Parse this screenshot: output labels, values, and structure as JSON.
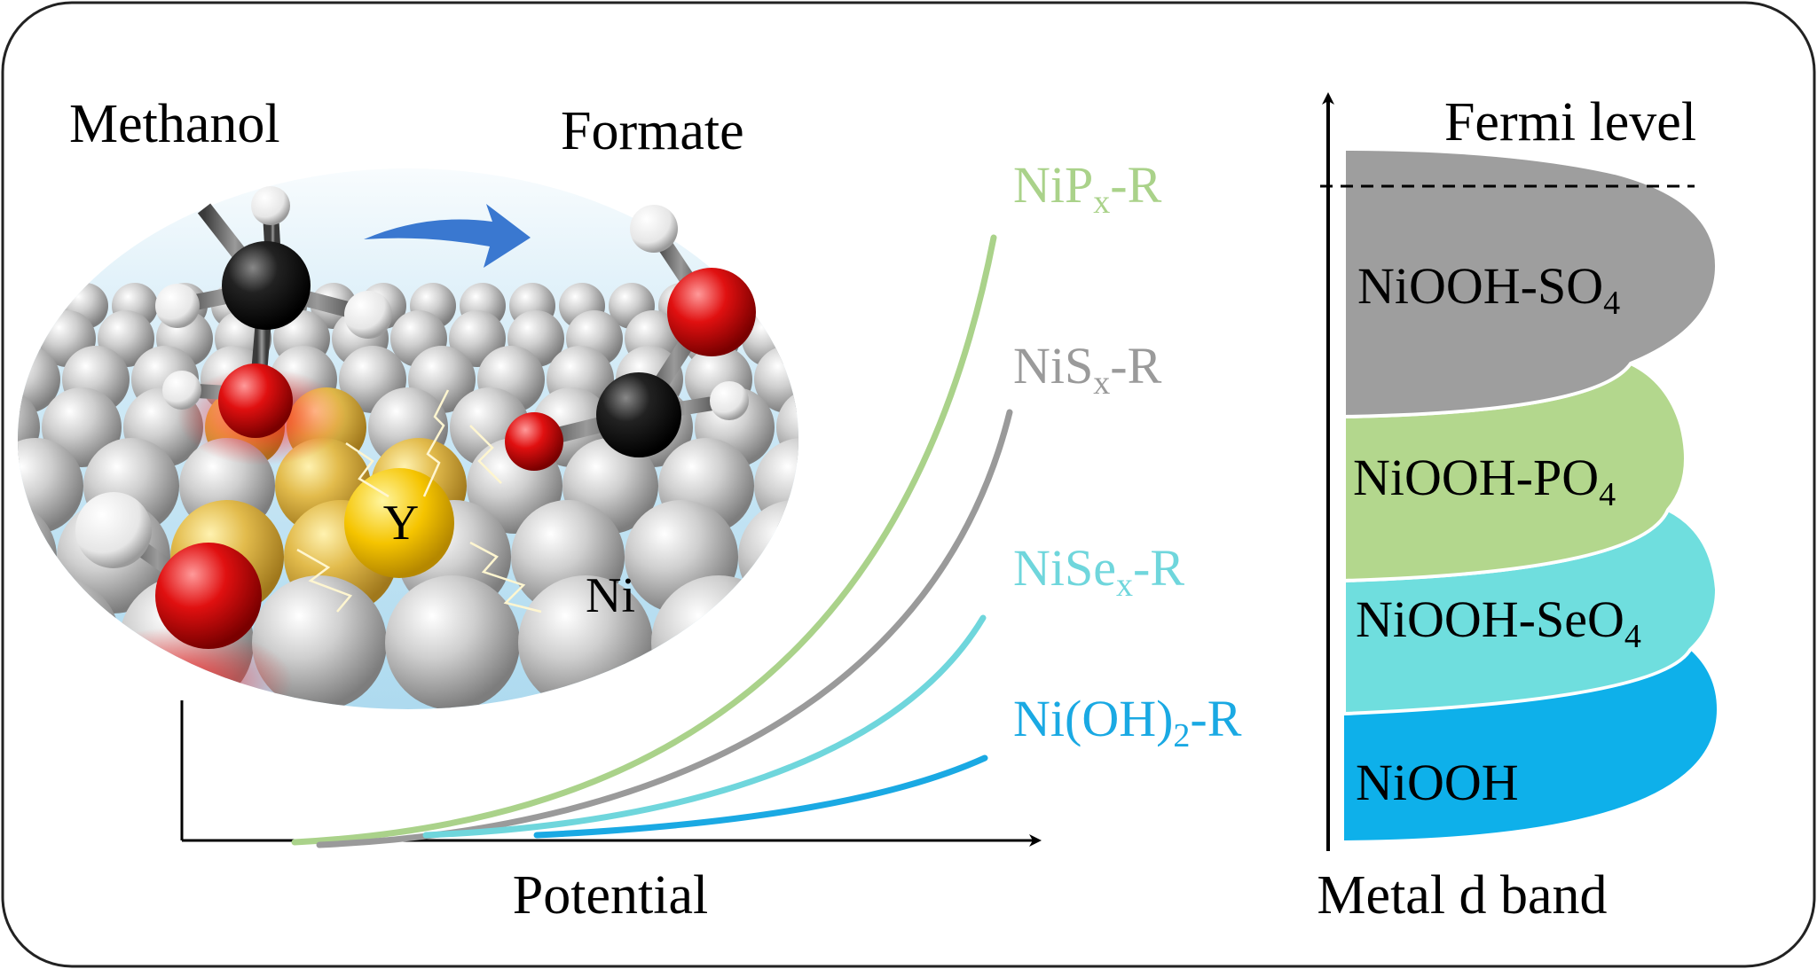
{
  "scene": {
    "reactant_label": "Methanol",
    "product_label": "Formate",
    "dopant_label": "Y",
    "host_label": "Ni"
  },
  "curves": {
    "x_axis_label": "Potential",
    "series": [
      {
        "name": "NiP",
        "sub": "x",
        "suffix": "-R",
        "color": "#aad28a"
      },
      {
        "name": "NiS",
        "sub": "x",
        "suffix": "-R",
        "color": "#9a9a9a"
      },
      {
        "name": "NiSe",
        "sub": "x",
        "suffix": "-R",
        "color": "#6fd6dc"
      },
      {
        "name": "Ni(OH)",
        "sub": "2",
        "suffix": "-R",
        "color": "#1aa9e3"
      }
    ]
  },
  "bands": {
    "top_label": "Fermi level",
    "axis_label": "Metal d band",
    "items": [
      {
        "name": "NiOOH-SO",
        "sub": "4",
        "color": "#9e9e9e"
      },
      {
        "name": "NiOOH-PO",
        "sub": "4",
        "color": "#b3d78d"
      },
      {
        "name": "NiOOH-SeO",
        "sub": "4",
        "color": "#6fdede"
      },
      {
        "name": "NiOOH",
        "sub": "",
        "color": "#0eb0ea"
      }
    ]
  }
}
